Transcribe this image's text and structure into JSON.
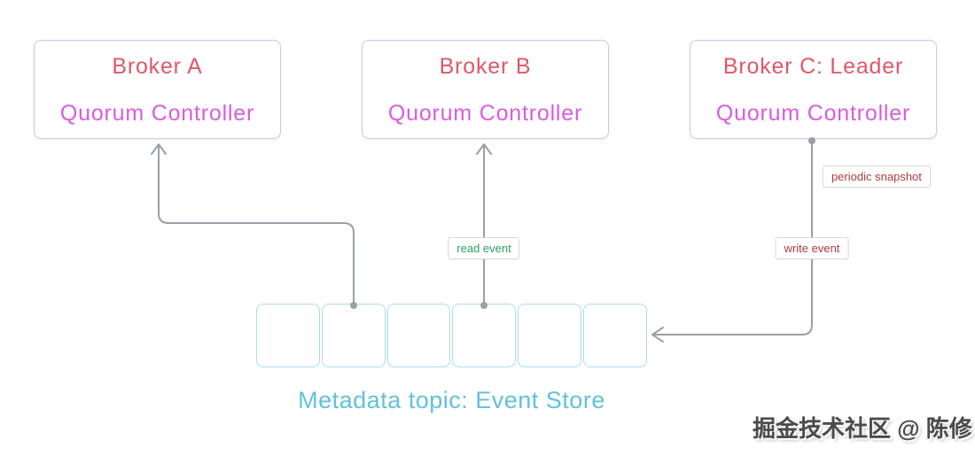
{
  "diagram": {
    "brokers": [
      {
        "title": "Broker A",
        "subtitle": "Quorum Controller"
      },
      {
        "title": "Broker B",
        "subtitle": "Quorum Controller"
      },
      {
        "title": "Broker C: Leader",
        "subtitle": "Quorum Controller"
      }
    ],
    "edge_labels": {
      "read_event": "read event",
      "write_event": "write event",
      "periodic_snapshot": "periodic snapshot"
    },
    "event_store": {
      "caption": "Metadata topic: Event Store",
      "cell_count": 6
    },
    "watermark": "掘金技术社区 @ 陈修",
    "colors": {
      "broker_title": "#e25768",
      "broker_subtitle": "#d95ce0",
      "broker_border": "#c9c7f0",
      "cell_border": "#abdbeb",
      "caption": "#62c2d9",
      "connector": "#9aa0a6",
      "read_label": "#2f9e63",
      "write_label": "#b23b3b",
      "snapshot_label": "#b23b3b"
    }
  }
}
